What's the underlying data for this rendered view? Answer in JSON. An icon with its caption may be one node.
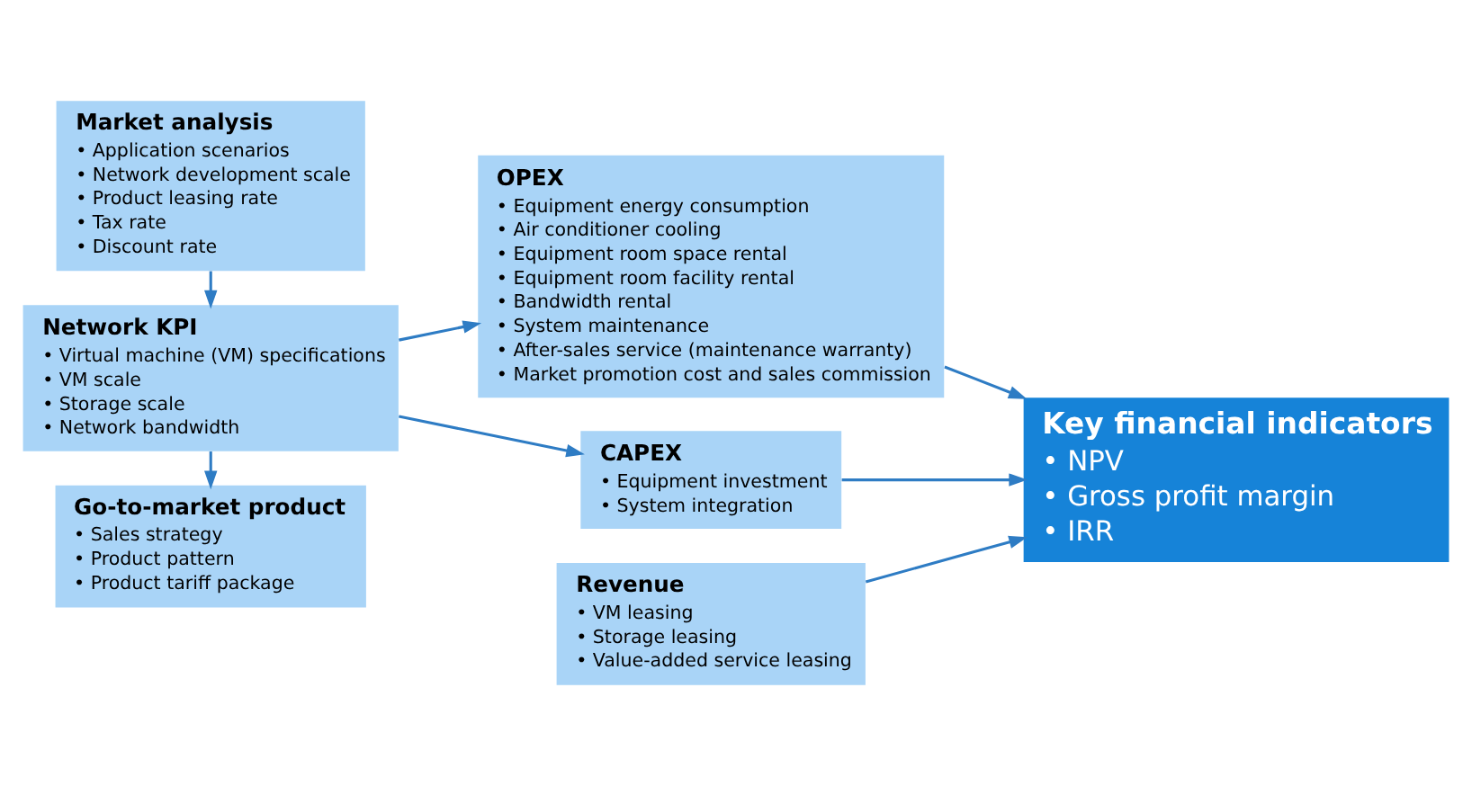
{
  "diagram": {
    "nodes": [
      {
        "text": [
          "Market analysis",
          "• Application scenarios",
          "• Network development scale",
          "• Product leasing rate",
          "• Tax rate",
          "• Discount rate"
        ]
      },
      {
        "text": [
          "Network KPI",
          "• Virtual machine (VM) specifications",
          "• VM scale",
          "• Storage scale",
          "• Network bandwidth"
        ]
      },
      {
        "text": [
          "Go-to-market product",
          "• Sales strategy",
          "• Product pattern",
          "• Product tariff package"
        ]
      },
      {
        "text": [
          "OPEX",
          "• Equipment energy consumption",
          "• Air conditioner cooling",
          "• Equipment room space rental",
          "• Equipment room facility rental",
          "• Bandwidth rental",
          "• System maintenance",
          "• After-sales service (maintenance warranty)",
          "• Market promotion cost and sales commission"
        ]
      },
      {
        "text": [
          "CAPEX",
          "• Equipment investment",
          "• System integration"
        ]
      },
      {
        "text": [
          "Revenue",
          "• VM leasing",
          "• Storage leasing",
          "• Value-added service leasing"
        ]
      },
      {
        "text": [
          "Key financial indicators",
          "• NPV",
          "• Gross profit margin",
          "• IRR"
        ]
      }
    ],
    "edges": [
      {
        "from": 0,
        "to": 1,
        "arrow": "to"
      },
      {
        "from": 1,
        "to": 2,
        "arrow": "to"
      },
      {
        "from": 1,
        "to": 3,
        "arrow": "to"
      },
      {
        "from": 1,
        "to": 4,
        "arrow": "to"
      },
      {
        "from": 3,
        "to": 6,
        "arrow": "to"
      },
      {
        "from": 4,
        "to": 6,
        "arrow": "to"
      },
      {
        "from": 5,
        "to": 6,
        "arrow": "to"
      }
    ]
  }
}
